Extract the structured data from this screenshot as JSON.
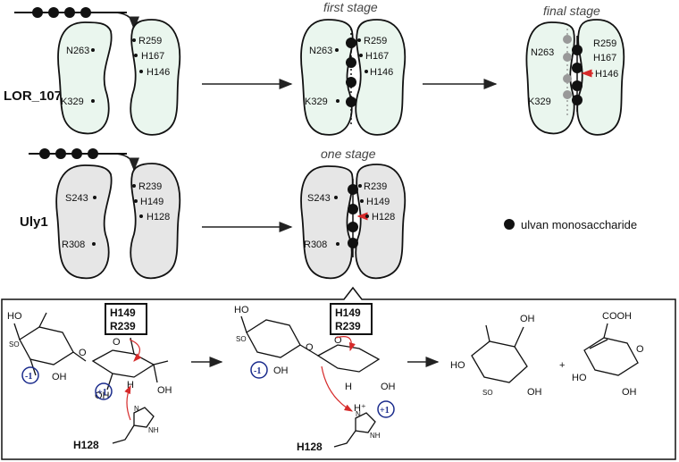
{
  "rows": {
    "lor": {
      "label": "LOR_107",
      "stage_first": "first stage",
      "stage_final": "final stage",
      "left_residues": [
        "N263",
        "K329"
      ],
      "right_residues": [
        "R259",
        "H167",
        "H146"
      ],
      "fill_color": "#eaf6ee"
    },
    "uly": {
      "label": "Uly1",
      "stage_one": "one stage",
      "left_residues": [
        "S243",
        "R308"
      ],
      "right_residues": [
        "R239",
        "H149",
        "H128"
      ],
      "fill_color": "#e6e6e6"
    }
  },
  "legend": {
    "label": "ulvan monosaccharide"
  },
  "mechanism": {
    "box1_line1": "H149",
    "box1_line2": "R239",
    "box2_line1": "H149",
    "box2_line2": "R239",
    "minus_charge": "-1",
    "plus_charge": "+1",
    "his_residue": "H128",
    "oh": "OH",
    "ho": "HO",
    "cooh": "COOH",
    "plus_sign": "+",
    "so3_text": "SO",
    "o_text": "O",
    "h_text": "H",
    "hplus_text": "H⁺",
    "n_text": "N",
    "nh_text": "NH"
  },
  "colors": {
    "arrow_red": "#d62a2a",
    "charge_blue": "#1a2b8c"
  }
}
